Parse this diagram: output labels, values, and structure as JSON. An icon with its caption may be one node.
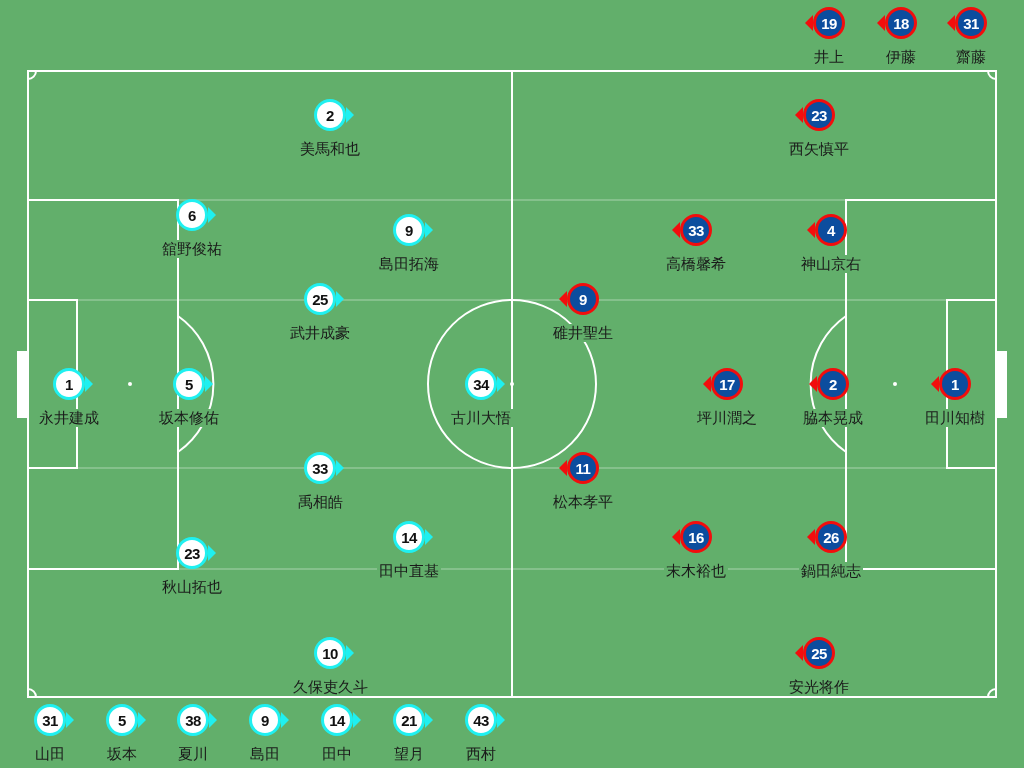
{
  "diagram": {
    "nodes": [
      {
        "text": [
          "19"
        ],
        "beside": [
          "井上"
        ]
      },
      {
        "text": [
          "18"
        ],
        "beside": [
          "伊藤"
        ]
      },
      {
        "text": [
          "31"
        ],
        "beside": [
          "齋藤"
        ]
      },
      {
        "text": [
          "2"
        ],
        "beside": [
          "美馬和也"
        ]
      },
      {
        "text": [
          "23"
        ],
        "beside": [
          "西矢慎平"
        ]
      },
      {
        "text": [
          "6"
        ],
        "beside": [
          "舘野俊祐"
        ]
      },
      {
        "text": [
          "9"
        ],
        "beside": [
          "島田拓海"
        ]
      },
      {
        "text": [
          "33"
        ],
        "beside": [
          "高橋馨希"
        ]
      },
      {
        "text": [
          "4"
        ],
        "beside": [
          "神山京右"
        ]
      },
      {
        "text": [
          "25"
        ],
        "beside": [
          "武井成豪"
        ]
      },
      {
        "text": [
          "9"
        ],
        "beside": [
          "碓井聖生"
        ]
      },
      {
        "text": [
          "1"
        ],
        "beside": [
          "永井建成"
        ]
      },
      {
        "text": [
          "5"
        ],
        "beside": [
          "坂本修佑"
        ]
      },
      {
        "text": [
          "34"
        ],
        "beside": [
          "古川大悟"
        ]
      },
      {
        "text": [
          "17"
        ],
        "beside": [
          "坪川潤之"
        ]
      },
      {
        "text": [
          "2"
        ],
        "beside": [
          "脇本晃成"
        ]
      },
      {
        "text": [
          "1"
        ],
        "beside": [
          "田川知樹"
        ]
      },
      {
        "text": [
          "33"
        ],
        "beside": [
          "禹相皓"
        ]
      },
      {
        "text": [
          "11"
        ],
        "beside": [
          "松本孝平"
        ]
      },
      {
        "text": [
          "14"
        ],
        "beside": [
          "田中直基"
        ]
      },
      {
        "text": [
          "16"
        ],
        "beside": [
          "末木裕也"
        ]
      },
      {
        "text": [
          "26"
        ],
        "beside": [
          "鍋田純志"
        ]
      },
      {
        "text": [
          "23"
        ],
        "beside": [
          "秋山拓也"
        ]
      },
      {
        "text": [
          "10"
        ],
        "beside": [
          "久保吏久斗"
        ]
      },
      {
        "text": [
          "25"
        ],
        "beside": [
          "安光将作"
        ]
      },
      {
        "text": [
          "31"
        ],
        "beside": [
          "山田"
        ]
      },
      {
        "text": [
          "5"
        ],
        "beside": [
          "坂本"
        ]
      },
      {
        "text": [
          "38"
        ],
        "beside": [
          "夏川"
        ]
      },
      {
        "text": [
          "9"
        ],
        "beside": [
          "島田"
        ]
      },
      {
        "text": [
          "14"
        ],
        "beside": [
          "田中"
        ]
      },
      {
        "text": [
          "21"
        ],
        "beside": [
          "望月"
        ]
      },
      {
        "text": [
          "43"
        ],
        "beside": [
          "西村"
        ]
      }
    ]
  }
}
